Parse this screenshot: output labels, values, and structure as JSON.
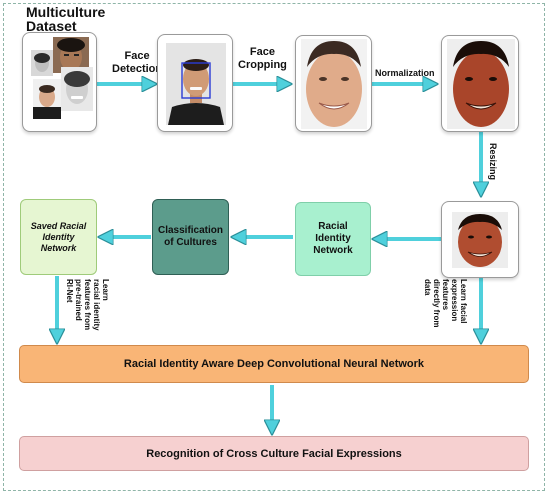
{
  "title": "Multiculture\nDataset",
  "steps": {
    "face_detection": "Face\nDetection",
    "face_cropping": "Face\nCropping",
    "normalization": "Normalization",
    "resizing": "Resizing"
  },
  "nodes": {
    "saved_network": "Saved Racial\nIdentity\nNetwork",
    "classification": "Classification\nof Cultures",
    "racial_identity_network": "Racial\nIdentity\nNetwork"
  },
  "side_notes": {
    "left": "Learn\nracial identity\nfeatures from\npre-trained\nRI-Net",
    "right": "Learn facial\nexpression\nfeatures\ndirectly from\ndata"
  },
  "bars": {
    "deep_cnn": "Racial Identity Aware Deep Convolutional Neural Network",
    "recognition": "Recognition of Cross Culture Facial Expressions"
  },
  "colors": {
    "arrow": "#4fd0dc",
    "saved_network_fill": "#e6f6d2",
    "classification_fill": "#5c9c8c",
    "racial_network_fill": "#a8f0cf",
    "deep_cnn_fill": "#f9b576",
    "recognition_fill": "#f6d0d0"
  }
}
